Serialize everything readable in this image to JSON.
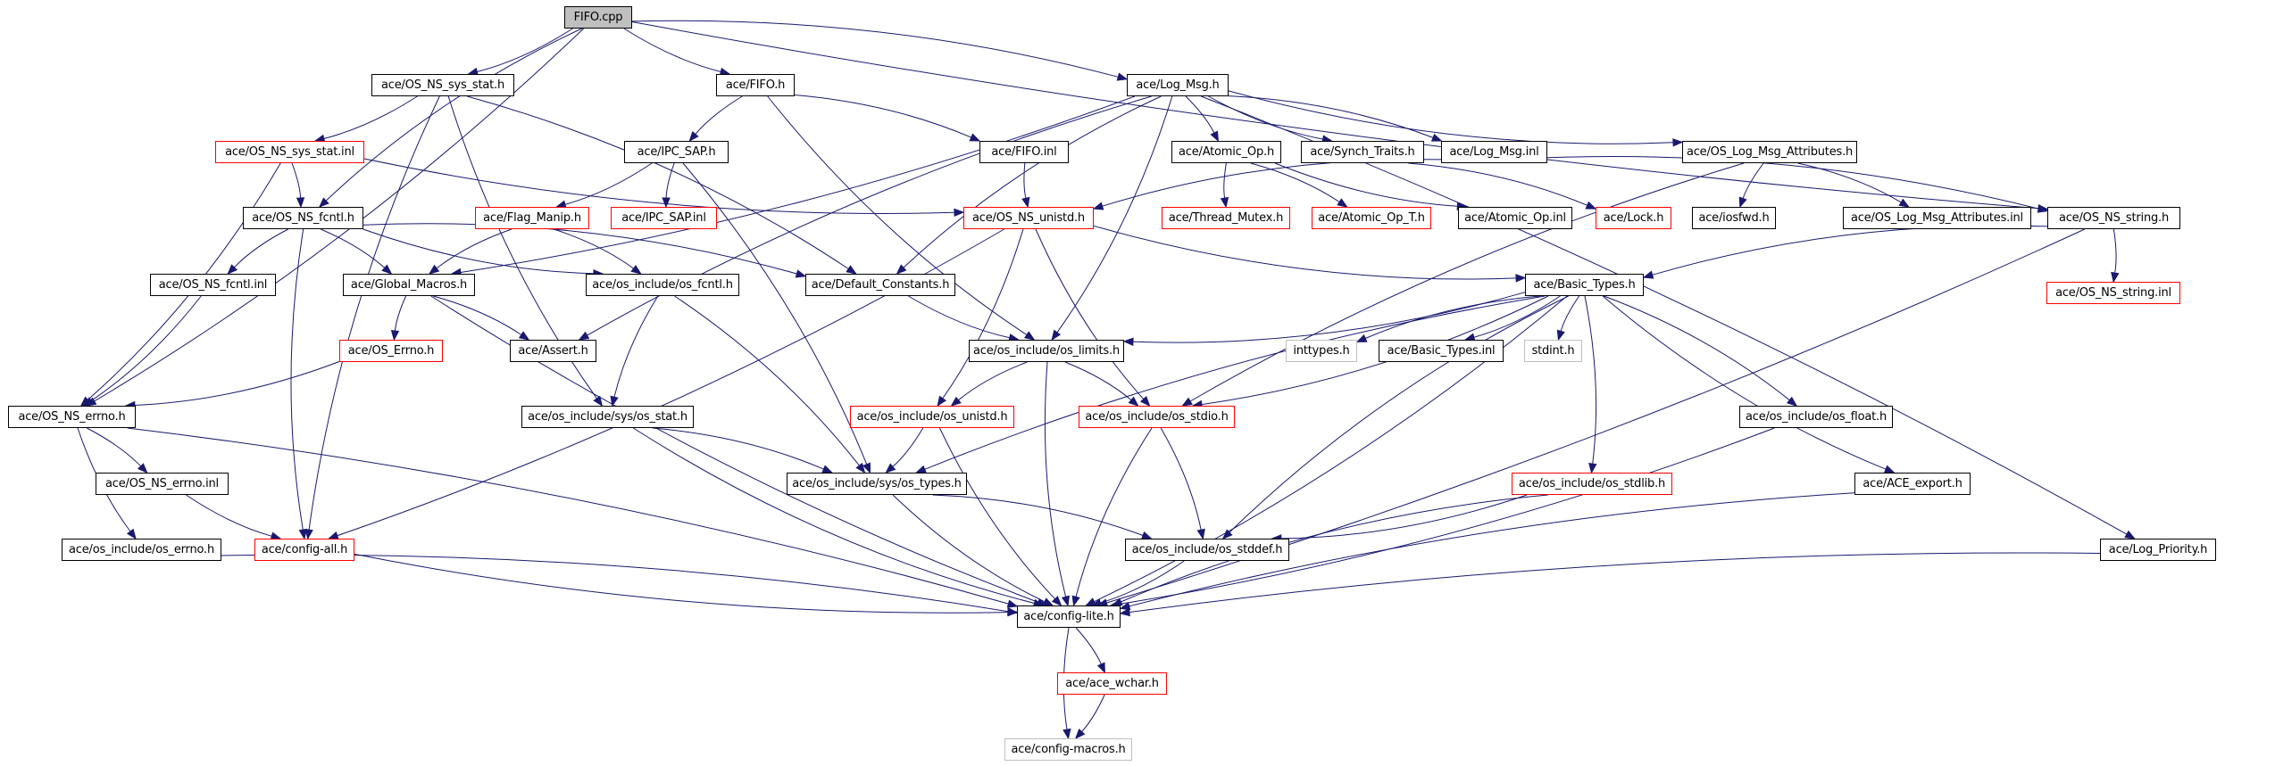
{
  "title": "FIFO.cpp include dependency graph",
  "colors": {
    "edge": "#191970",
    "node_border": "#000000",
    "node_border_undocumented": "#ff0000",
    "node_border_external": "#bfbfbf",
    "root_fill": "#bfbfbf"
  },
  "nodes": [
    {
      "id": "fifo_cpp",
      "label": "FIFO.cpp",
      "kind": "root"
    },
    {
      "id": "os_ns_sys_stat_h",
      "label": "ace/OS_NS_sys_stat.h",
      "kind": "normal"
    },
    {
      "id": "fifo_h",
      "label": "ace/FIFO.h",
      "kind": "normal"
    },
    {
      "id": "log_msg_h",
      "label": "ace/Log_Msg.h",
      "kind": "normal"
    },
    {
      "id": "os_ns_sys_stat_inl",
      "label": "ace/OS_NS_sys_stat.inl",
      "kind": "missing"
    },
    {
      "id": "ipc_sap_h",
      "label": "ace/IPC_SAP.h",
      "kind": "normal"
    },
    {
      "id": "fifo_inl",
      "label": "ace/FIFO.inl",
      "kind": "normal"
    },
    {
      "id": "atomic_op_h",
      "label": "ace/Atomic_Op.h",
      "kind": "normal"
    },
    {
      "id": "synch_traits_h",
      "label": "ace/Synch_Traits.h",
      "kind": "normal"
    },
    {
      "id": "log_msg_inl",
      "label": "ace/Log_Msg.inl",
      "kind": "normal"
    },
    {
      "id": "os_log_msg_attr_h",
      "label": "ace/OS_Log_Msg_Attributes.h",
      "kind": "normal"
    },
    {
      "id": "os_ns_fcntl_h",
      "label": "ace/OS_NS_fcntl.h",
      "kind": "normal"
    },
    {
      "id": "flag_manip_h",
      "label": "ace/Flag_Manip.h",
      "kind": "missing"
    },
    {
      "id": "ipc_sap_inl",
      "label": "ace/IPC_SAP.inl",
      "kind": "missing"
    },
    {
      "id": "os_ns_unistd_h",
      "label": "ace/OS_NS_unistd.h",
      "kind": "missing"
    },
    {
      "id": "thread_mutex_h",
      "label": "ace/Thread_Mutex.h",
      "kind": "missing"
    },
    {
      "id": "atomic_op_t_h",
      "label": "ace/Atomic_Op_T.h",
      "kind": "missing"
    },
    {
      "id": "atomic_op_inl",
      "label": "ace/Atomic_Op.inl",
      "kind": "normal"
    },
    {
      "id": "lock_h",
      "label": "ace/Lock.h",
      "kind": "missing"
    },
    {
      "id": "iosfwd_h",
      "label": "ace/iosfwd.h",
      "kind": "normal"
    },
    {
      "id": "os_log_msg_attr_inl",
      "label": "ace/OS_Log_Msg_Attributes.inl",
      "kind": "normal"
    },
    {
      "id": "os_ns_string_h",
      "label": "ace/OS_NS_string.h",
      "kind": "normal"
    },
    {
      "id": "os_ns_fcntl_inl",
      "label": "ace/OS_NS_fcntl.inl",
      "kind": "normal"
    },
    {
      "id": "global_macros_h",
      "label": "ace/Global_Macros.h",
      "kind": "normal"
    },
    {
      "id": "os_fcntl_h",
      "label": "ace/os_include/os_fcntl.h",
      "kind": "normal"
    },
    {
      "id": "default_constants_h",
      "label": "ace/Default_Constants.h",
      "kind": "normal"
    },
    {
      "id": "basic_types_h",
      "label": "ace/Basic_Types.h",
      "kind": "normal"
    },
    {
      "id": "os_ns_string_inl",
      "label": "ace/OS_NS_string.inl",
      "kind": "missing"
    },
    {
      "id": "os_errno_ace_h",
      "label": "ace/OS_Errno.h",
      "kind": "missing"
    },
    {
      "id": "assert_h",
      "label": "ace/Assert.h",
      "kind": "normal"
    },
    {
      "id": "os_limits_h",
      "label": "ace/os_include/os_limits.h",
      "kind": "normal"
    },
    {
      "id": "inttypes_h",
      "label": "inttypes.h",
      "kind": "external"
    },
    {
      "id": "basic_types_inl",
      "label": "ace/Basic_Types.inl",
      "kind": "normal"
    },
    {
      "id": "stdint_h",
      "label": "stdint.h",
      "kind": "external"
    },
    {
      "id": "os_ns_errno_h",
      "label": "ace/OS_NS_errno.h",
      "kind": "normal"
    },
    {
      "id": "sys_os_stat_h",
      "label": "ace/os_include/sys/os_stat.h",
      "kind": "normal"
    },
    {
      "id": "os_unistd_h",
      "label": "ace/os_include/os_unistd.h",
      "kind": "missing"
    },
    {
      "id": "os_stdio_h",
      "label": "ace/os_include/os_stdio.h",
      "kind": "missing"
    },
    {
      "id": "os_float_h",
      "label": "ace/os_include/os_float.h",
      "kind": "normal"
    },
    {
      "id": "os_ns_errno_inl",
      "label": "ace/OS_NS_errno.inl",
      "kind": "normal"
    },
    {
      "id": "sys_os_types_h",
      "label": "ace/os_include/sys/os_types.h",
      "kind": "normal"
    },
    {
      "id": "os_stdlib_h",
      "label": "ace/os_include/os_stdlib.h",
      "kind": "missing"
    },
    {
      "id": "ace_export_h",
      "label": "ace/ACE_export.h",
      "kind": "normal"
    },
    {
      "id": "os_errno_h",
      "label": "ace/os_include/os_errno.h",
      "kind": "normal"
    },
    {
      "id": "config_all_h",
      "label": "ace/config-all.h",
      "kind": "missing"
    },
    {
      "id": "os_stddef_h",
      "label": "ace/os_include/os_stddef.h",
      "kind": "normal"
    },
    {
      "id": "log_priority_h",
      "label": "ace/Log_Priority.h",
      "kind": "normal"
    },
    {
      "id": "config_lite_h",
      "label": "ace/config-lite.h",
      "kind": "normal"
    },
    {
      "id": "ace_wchar_h",
      "label": "ace/ace_wchar.h",
      "kind": "missing"
    },
    {
      "id": "config_macros_h",
      "label": "ace/config-macros.h",
      "kind": "external"
    }
  ],
  "edges": [
    [
      "fifo_cpp",
      "os_ns_sys_stat_h"
    ],
    [
      "fifo_cpp",
      "fifo_h"
    ],
    [
      "fifo_cpp",
      "log_msg_h"
    ],
    [
      "fifo_cpp",
      "os_ns_fcntl_h"
    ],
    [
      "fifo_cpp",
      "os_ns_errno_h"
    ],
    [
      "fifo_cpp",
      "os_ns_string_h"
    ],
    [
      "os_ns_sys_stat_h",
      "os_ns_sys_stat_inl"
    ],
    [
      "os_ns_sys_stat_h",
      "sys_os_stat_h"
    ],
    [
      "os_ns_sys_stat_h",
      "default_constants_h"
    ],
    [
      "os_ns_sys_stat_h",
      "config_all_h"
    ],
    [
      "os_ns_sys_stat_inl",
      "os_ns_fcntl_h"
    ],
    [
      "os_ns_sys_stat_inl",
      "os_ns_unistd_h"
    ],
    [
      "os_ns_sys_stat_inl",
      "os_ns_errno_h"
    ],
    [
      "fifo_h",
      "ipc_sap_h"
    ],
    [
      "fifo_h",
      "fifo_inl"
    ],
    [
      "fifo_h",
      "os_limits_h"
    ],
    [
      "ipc_sap_h",
      "flag_manip_h"
    ],
    [
      "ipc_sap_h",
      "ipc_sap_inl"
    ],
    [
      "ipc_sap_h",
      "sys_os_types_h"
    ],
    [
      "fifo_inl",
      "os_ns_unistd_h"
    ],
    [
      "log_msg_h",
      "atomic_op_h"
    ],
    [
      "log_msg_h",
      "synch_traits_h"
    ],
    [
      "log_msg_h",
      "log_msg_inl"
    ],
    [
      "log_msg_h",
      "os_log_msg_attr_h"
    ],
    [
      "log_msg_h",
      "log_priority_h"
    ],
    [
      "log_msg_h",
      "default_constants_h"
    ],
    [
      "log_msg_h",
      "global_macros_h"
    ],
    [
      "log_msg_h",
      "assert_h"
    ],
    [
      "log_msg_h",
      "os_limits_h"
    ],
    [
      "atomic_op_h",
      "thread_mutex_h"
    ],
    [
      "atomic_op_h",
      "atomic_op_t_h"
    ],
    [
      "atomic_op_h",
      "atomic_op_inl"
    ],
    [
      "synch_traits_h",
      "lock_h"
    ],
    [
      "log_msg_inl",
      "os_ns_unistd_h"
    ],
    [
      "log_msg_inl",
      "os_ns_string_h"
    ],
    [
      "os_log_msg_attr_h",
      "iosfwd_h"
    ],
    [
      "os_log_msg_attr_h",
      "os_log_msg_attr_inl"
    ],
    [
      "os_log_msg_attr_h",
      "os_stdio_h"
    ],
    [
      "os_ns_string_h",
      "os_ns_string_inl"
    ],
    [
      "os_ns_string_h",
      "basic_types_h"
    ],
    [
      "os_ns_string_h",
      "config_lite_h"
    ],
    [
      "os_ns_fcntl_h",
      "os_ns_fcntl_inl"
    ],
    [
      "os_ns_fcntl_h",
      "global_macros_h"
    ],
    [
      "os_ns_fcntl_h",
      "os_fcntl_h"
    ],
    [
      "os_ns_fcntl_h",
      "default_constants_h"
    ],
    [
      "os_ns_fcntl_h",
      "config_all_h"
    ],
    [
      "os_ns_fcntl_inl",
      "os_ns_errno_h"
    ],
    [
      "flag_manip_h",
      "global_macros_h"
    ],
    [
      "flag_manip_h",
      "os_fcntl_h"
    ],
    [
      "os_ns_unistd_h",
      "basic_types_h"
    ],
    [
      "os_ns_unistd_h",
      "os_unistd_h"
    ],
    [
      "os_ns_unistd_h",
      "os_stdio_h"
    ],
    [
      "os_ns_unistd_h",
      "config_all_h"
    ],
    [
      "global_macros_h",
      "os_errno_ace_h"
    ],
    [
      "global_macros_h",
      "assert_h"
    ],
    [
      "global_macros_h",
      "config_lite_h"
    ],
    [
      "os_errno_ace_h",
      "os_ns_errno_h"
    ],
    [
      "os_fcntl_h",
      "sys_os_stat_h"
    ],
    [
      "os_fcntl_h",
      "sys_os_types_h"
    ],
    [
      "default_constants_h",
      "os_limits_h"
    ],
    [
      "basic_types_h",
      "os_limits_h"
    ],
    [
      "basic_types_h",
      "inttypes_h"
    ],
    [
      "basic_types_h",
      "basic_types_inl"
    ],
    [
      "basic_types_h",
      "stdint_h"
    ],
    [
      "basic_types_h",
      "os_stdio_h"
    ],
    [
      "basic_types_h",
      "sys_os_types_h"
    ],
    [
      "basic_types_h",
      "os_stdlib_h"
    ],
    [
      "basic_types_h",
      "os_stddef_h"
    ],
    [
      "basic_types_h",
      "os_float_h"
    ],
    [
      "basic_types_h",
      "ace_export_h"
    ],
    [
      "basic_types_h",
      "config_lite_h"
    ],
    [
      "os_limits_h",
      "os_unistd_h"
    ],
    [
      "os_limits_h",
      "os_stdio_h"
    ],
    [
      "os_limits_h",
      "config_lite_h"
    ],
    [
      "os_ns_errno_h",
      "os_ns_errno_inl"
    ],
    [
      "os_ns_errno_h",
      "os_errno_h"
    ],
    [
      "os_ns_errno_h",
      "config_lite_h"
    ],
    [
      "os_ns_errno_inl",
      "config_all_h"
    ],
    [
      "sys_os_stat_h",
      "sys_os_types_h"
    ],
    [
      "sys_os_stat_h",
      "config_lite_h"
    ],
    [
      "os_unistd_h",
      "sys_os_types_h"
    ],
    [
      "os_unistd_h",
      "config_lite_h"
    ],
    [
      "os_stdio_h",
      "os_stddef_h"
    ],
    [
      "os_stdio_h",
      "config_lite_h"
    ],
    [
      "sys_os_types_h",
      "os_stddef_h"
    ],
    [
      "sys_os_types_h",
      "config_lite_h"
    ],
    [
      "os_stdlib_h",
      "os_stddef_h"
    ],
    [
      "os_stdlib_h",
      "config_lite_h"
    ],
    [
      "os_float_h",
      "config_lite_h"
    ],
    [
      "ace_export_h",
      "config_lite_h"
    ],
    [
      "os_errno_h",
      "config_lite_h"
    ],
    [
      "config_all_h",
      "config_lite_h"
    ],
    [
      "os_stddef_h",
      "config_lite_h"
    ],
    [
      "log_priority_h",
      "config_lite_h"
    ],
    [
      "config_lite_h",
      "ace_wchar_h"
    ],
    [
      "config_lite_h",
      "config_macros_h"
    ],
    [
      "ace_wchar_h",
      "config_macros_h"
    ]
  ]
}
